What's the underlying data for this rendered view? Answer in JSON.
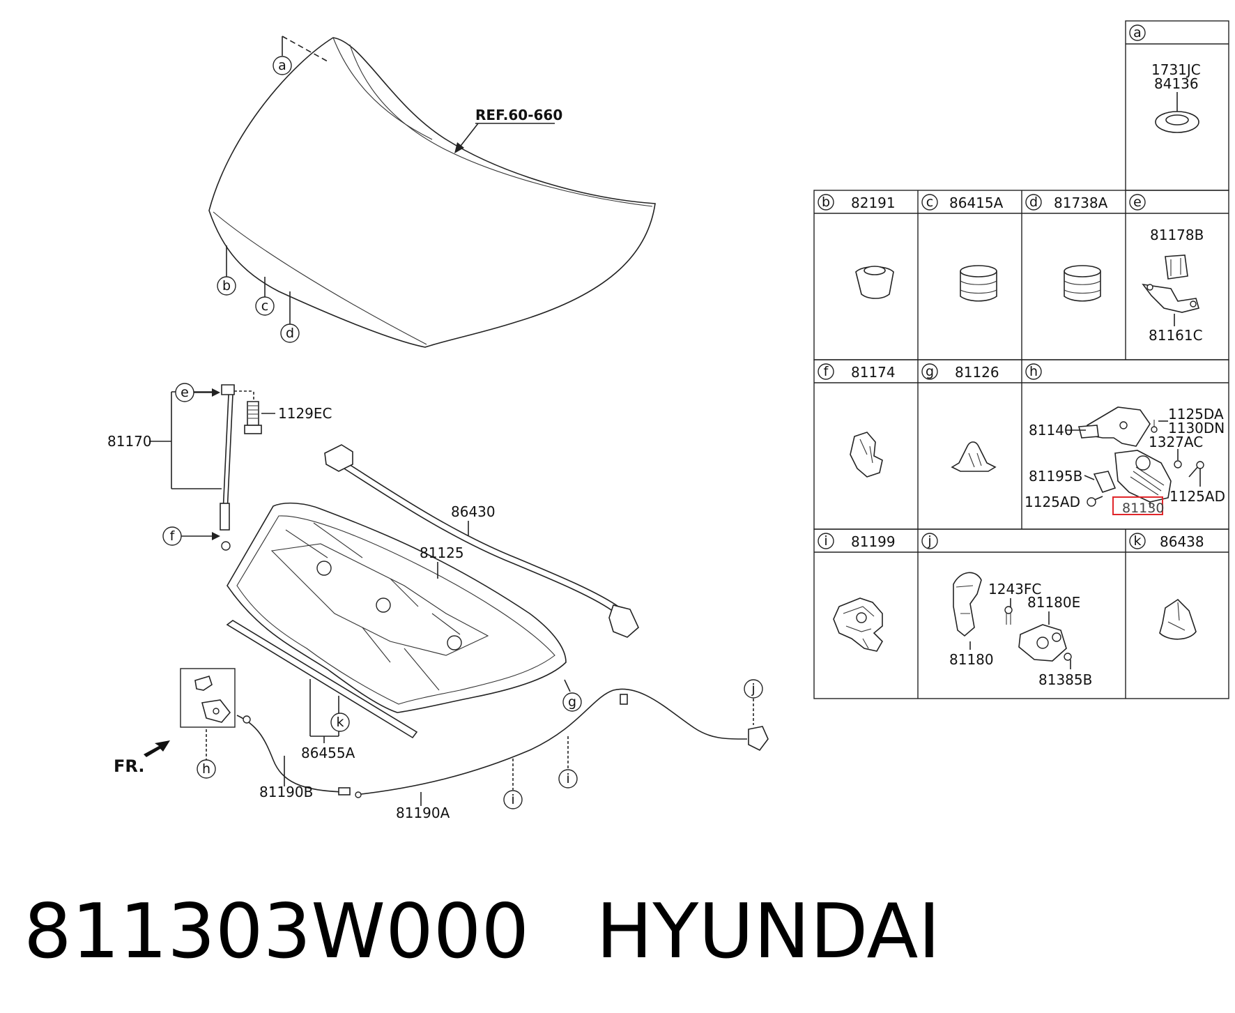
{
  "diagram": {
    "ref_label": "REF.60-660",
    "callouts": {
      "a": "a",
      "b": "b",
      "c": "c",
      "d": "d",
      "e": "e",
      "f": "f",
      "g": "g",
      "h": "h",
      "i": "i",
      "j": "j",
      "k": "k"
    },
    "parts": {
      "p1129EC": "1129EC",
      "p81170": "81170",
      "p86430": "86430",
      "p81125": "81125",
      "p86455A": "86455A",
      "p81190B": "81190B",
      "p81190A": "81190A"
    },
    "front_marker": "FR."
  },
  "table": {
    "a": {
      "key": "a",
      "parts": [
        "1731JC",
        "84136"
      ]
    },
    "b": {
      "key": "b",
      "part": "82191"
    },
    "c": {
      "key": "c",
      "part": "86415A"
    },
    "d": {
      "key": "d",
      "part": "81738A"
    },
    "e": {
      "key": "e",
      "parts": [
        "81178B",
        "81161C"
      ]
    },
    "f": {
      "key": "f",
      "part": "81174"
    },
    "g": {
      "key": "g",
      "part": "81126"
    },
    "h": {
      "key": "h",
      "parts": [
        "81140",
        "1125DA",
        "1130DN",
        "1327AC",
        "81195B",
        "1125AD",
        "81130",
        "1125AD"
      ]
    },
    "i": {
      "key": "i",
      "part": "81199"
    },
    "j": {
      "key": "j",
      "parts": [
        "1243FC",
        "81180E",
        "81180",
        "81385B"
      ]
    },
    "k": {
      "key": "k",
      "part": "86438"
    }
  },
  "highlight": {
    "color": "#e0262a"
  },
  "caption": {
    "part_number": "811303W000",
    "brand": "HYUNDAI"
  }
}
